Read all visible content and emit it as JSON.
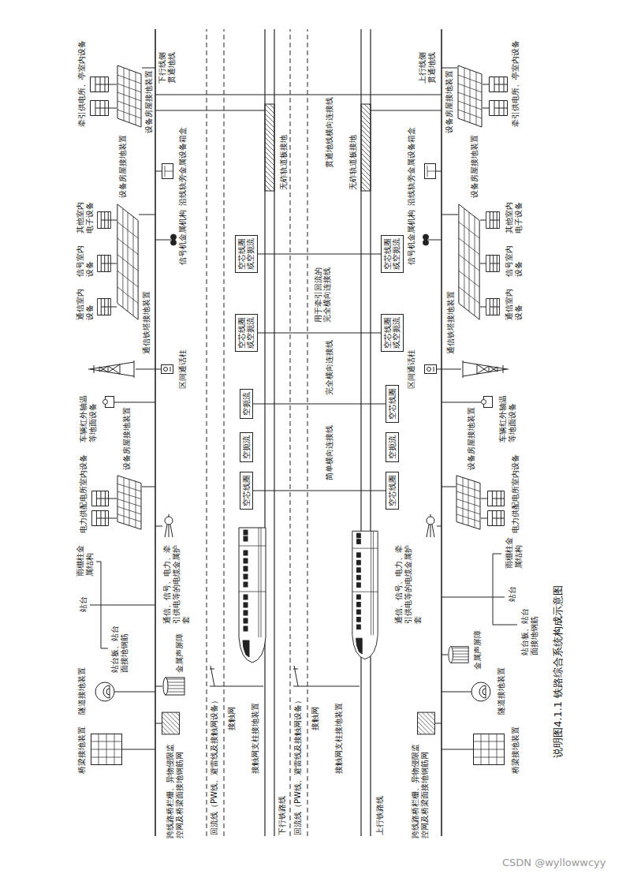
{
  "diagram": {
    "caption": "说明图4.1.1 铁路综合系统构成示意图",
    "nodes": [
      {
        "text": [
          "空芯线圈或空扼流"
        ]
      },
      {
        "text": [
          "空芯线圈或空扼流"
        ]
      },
      {
        "text": [
          "空扼流"
        ]
      },
      {
        "text": [
          "空扼流"
        ]
      },
      {
        "text": [
          "空芯线圈"
        ]
      },
      {
        "text": [
          "空芯线圈或空扼流"
        ]
      },
      {
        "text": [
          "空芯线圈或空扼流"
        ]
      },
      {
        "text": [
          "空芯线圈"
        ]
      },
      {
        "text": [
          "空扼流"
        ]
      },
      {
        "text": [
          "空芯线圈"
        ]
      }
    ],
    "edges": [
      {
        "from": 0,
        "to": 5,
        "arrow": "none"
      },
      {
        "from": 1,
        "to": 6,
        "arrow": "none"
      },
      {
        "from": 2,
        "to": 7,
        "arrow": "none"
      },
      {
        "from": 4,
        "to": 9,
        "arrow": "none"
      }
    ],
    "labels": [
      "下行线侧贯通地线",
      "上行线侧贯通地线",
      "牵引供电所、亭室内设备",
      "设备房屋接地装置",
      "沿线轨旁金属设备箱盒",
      "无砟轨道板接地",
      "贯通地线横向连接线",
      "无砟轨道板接地",
      "沿线轨旁金属设备箱盒",
      "牵引供电所、亭室内设备",
      "设备房屋接地装置",
      "信号机金属机构",
      "信号机金属机构",
      "其他室内电子设备",
      "信号室内设备",
      "通信室内设备",
      "设备房屋接地装置",
      "通信铁塔接地装置",
      "其他室内电子设备",
      "信号室内设备",
      "通信室内设备",
      "设备房屋接地装置",
      "通信铁塔接地装置",
      "用于牵引回流的完全横向连接线",
      "区间通话柱",
      "区间通话柱",
      "完全横向连接线",
      "车辆红外轴温等地面设备",
      "车辆红外轴温等地面设备",
      "电力供配电所室内设备",
      "设备房屋接地装置",
      "电力供配电所室内设备",
      "设备房屋接地装置",
      "简单横向连接线",
      "雨棚柱金属结构",
      "站台",
      "站台板、站台面接地钢筋",
      "通信、信号、电力、牵引供电等的电缆金属护套",
      "金属声屏障",
      "雨棚柱金属结构",
      "站台",
      "站台板、站台面接地钢筋",
      "通信、信号、电力、牵引供电等的电缆金属护套",
      "金属声屏障",
      "隧道接地装置",
      "隧道接地装置",
      "跨线路桥栏栅、异物侵限监控网及桥梁面接地钢筋网",
      "跨线路桥栏栅、异物侵限监控网及桥梁面接地钢筋网",
      "回流线（PW线、避雷线及接触网设备）",
      "接触网",
      "接触网支柱接地装置",
      "下行铁路线",
      "回流线（PW线、避雷线及接触网设备）",
      "接触网",
      "接触网支柱接地装置",
      "上行铁路线",
      "桥梁接地装置",
      "桥梁接地装置",
      "CSDN @wyllowwcyy"
    ]
  }
}
